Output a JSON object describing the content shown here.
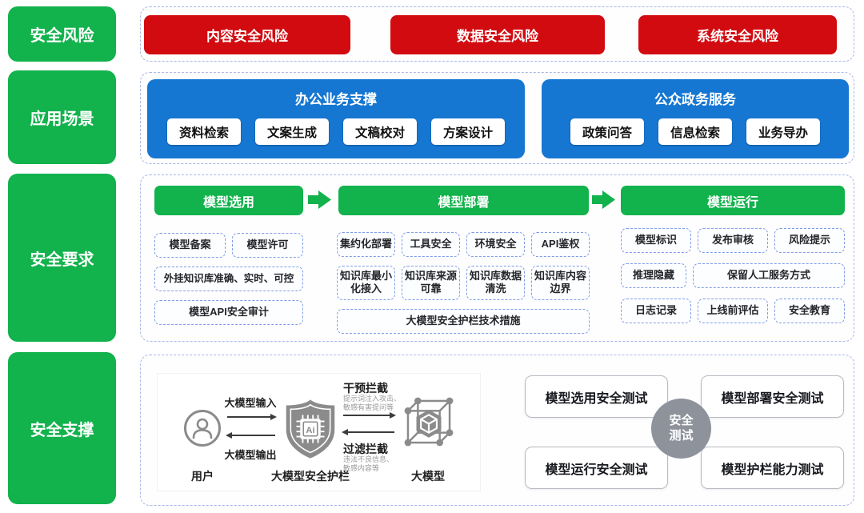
{
  "palette": {
    "green": "#12b24c",
    "red": "#d20b10",
    "blue": "#1677d2",
    "container_dash_border": "#a9b7e8",
    "chip_dash_border": "#7f9ce8",
    "gray_icon": "#8b8b8b",
    "circle_gray": "#8d929b"
  },
  "sidebar": [
    "安全风险",
    "应用场景",
    "安全要求",
    "安全支撑"
  ],
  "risks": [
    "内容安全风险",
    "数据安全风险",
    "系统安全风险"
  ],
  "scenarios": [
    {
      "title": "办公业务支撑",
      "items": [
        "资料检索",
        "文案生成",
        "文稿校对",
        "方案设计"
      ]
    },
    {
      "title": "公众政务服务",
      "items": [
        "政策问答",
        "信息检索",
        "业务导办"
      ]
    }
  ],
  "requirements": {
    "stages": [
      {
        "title": "模型选用",
        "rows": [
          [
            "模型备案",
            "模型许可"
          ],
          [
            "外挂知识库准确、实时、可控"
          ],
          [
            "模型API安全审计"
          ]
        ]
      },
      {
        "title": "模型部署",
        "rows": [
          [
            "集约化部署",
            "工具安全",
            "环境安全",
            "API鉴权"
          ],
          [
            "知识库最小化接入",
            "知识库来源可靠",
            "知识库数据清洗",
            "知识库内容边界"
          ],
          [
            "大模型安全护栏技术措施"
          ]
        ]
      },
      {
        "title": "模型运行",
        "rows": [
          [
            "模型标识",
            "发布审核",
            "风险提示"
          ],
          [
            "推理隐藏",
            "保留人工服务方式"
          ],
          [
            "日志记录",
            "上线前评估",
            "安全教育"
          ]
        ]
      }
    ]
  },
  "support": {
    "diagram": {
      "user": "用户",
      "guardrail": "大模型安全护栏",
      "model": "大模型",
      "input": "大模型输入",
      "output": "大模型输出",
      "chip_text": "Ai",
      "intervene_title": "干预拦截",
      "intervene_desc": "提示词注入攻击、\n敏感有害提问等",
      "filter_title": "过滤拦截",
      "filter_desc": "违法不良信息、\n敏感内容等"
    },
    "tests": [
      "模型选用安全测试",
      "模型部署安全测试",
      "模型运行安全测试",
      "模型护栏能力测试"
    ],
    "circle": "安全\n测试"
  }
}
